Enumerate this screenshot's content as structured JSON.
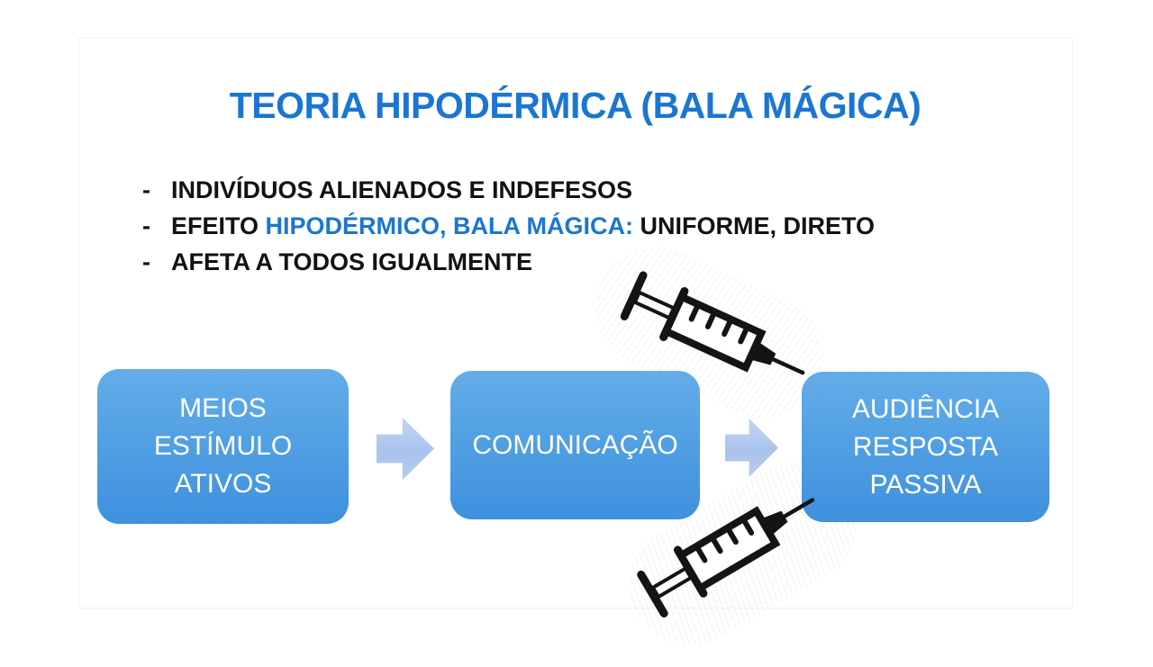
{
  "slide": {
    "title": "TEORIA HIPODÉRMICA (BALA MÁGICA)"
  },
  "bullets": {
    "dash": "-",
    "line1": "INDIVÍDUOS ALIENADOS E INDEFESOS",
    "line2": {
      "seg1": "EFEITO ",
      "seg2_blue": "HIPODÉRMICO, BALA MÁGICA:",
      "seg3": " UNIFORME, DIRETO"
    },
    "line3": "AFETA A TODOS IGUALMENTE"
  },
  "flow": {
    "box1": "MEIOS\nESTÍMULO\nATIVOS",
    "box2": "COMUNICAÇÃO",
    "box3": "AUDIÊNCIA\nRESPOSTA\nPASSIVA",
    "arrow_icon": "right-block-arrow",
    "syringe_icon": "syringe"
  },
  "colors": {
    "accent_blue_text": "#1b76d1",
    "box_fill_top": "#64ace9",
    "box_fill_bottom": "#3f90de",
    "arrow_fill": "#aec6ee",
    "body_text": "#121212",
    "background": "#ffffff"
  }
}
